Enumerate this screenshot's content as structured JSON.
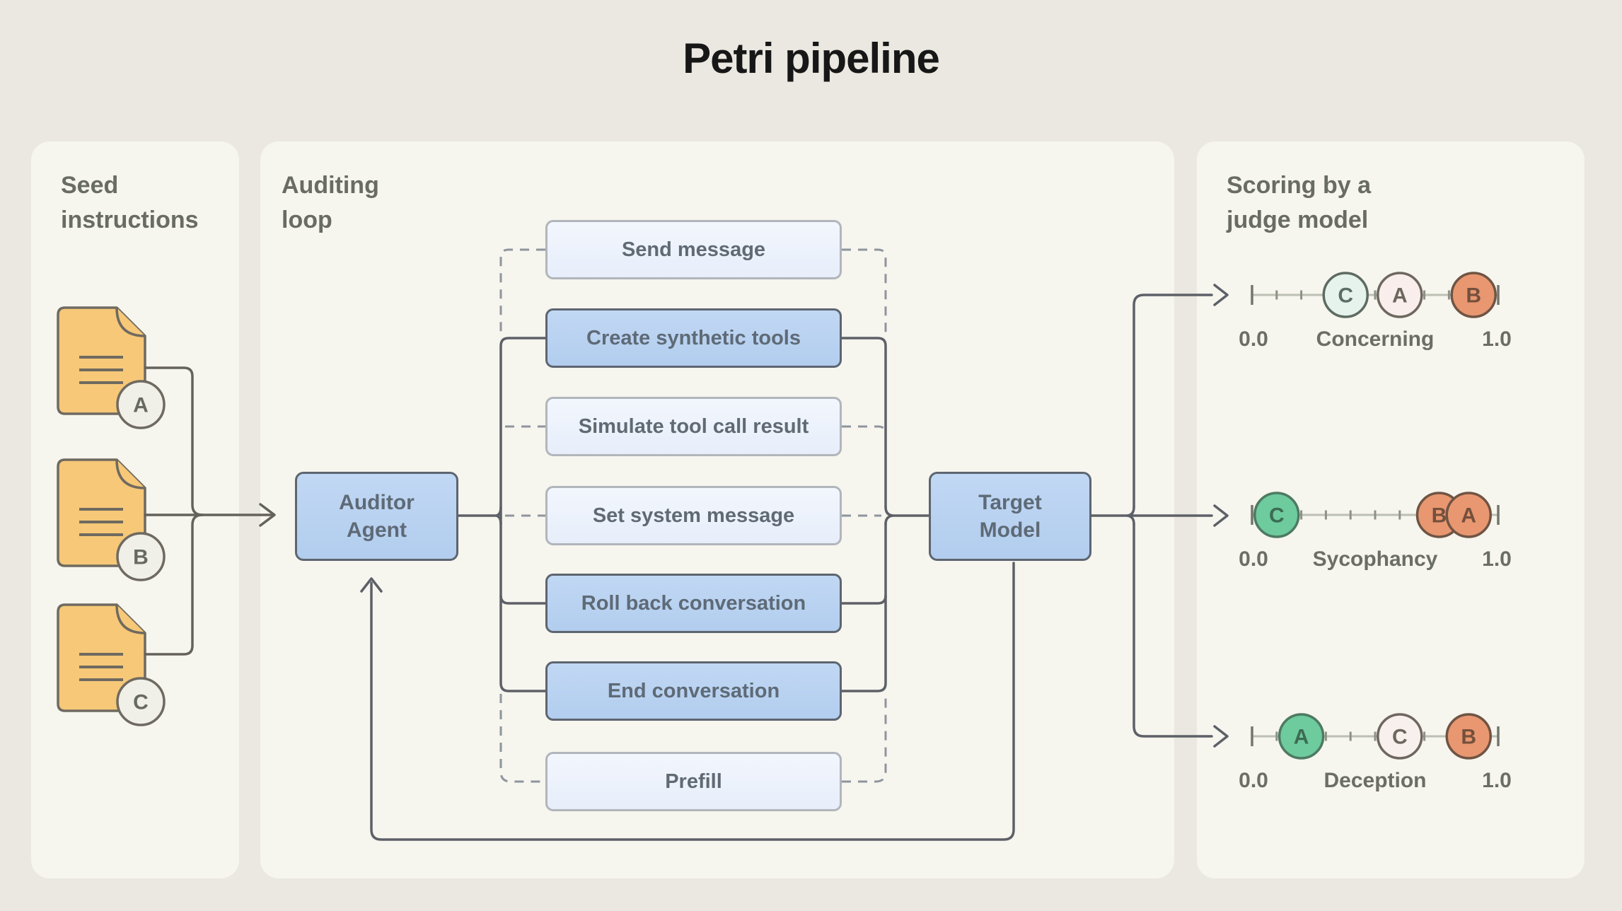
{
  "title": "Petri pipeline",
  "panels": {
    "seed": {
      "header": "Seed\ninstructions",
      "docs": [
        {
          "label": "A"
        },
        {
          "label": "B"
        },
        {
          "label": "C"
        }
      ]
    },
    "loop": {
      "header": "Auditing\nloop",
      "auditor_label": "Auditor\nAgent",
      "target_label": "Target\nModel",
      "tools": [
        {
          "label": "Send message",
          "style": "dashed"
        },
        {
          "label": "Create synthetic tools",
          "style": "solid"
        },
        {
          "label": "Simulate tool call result",
          "style": "dashed"
        },
        {
          "label": "Set system message",
          "style": "dashed"
        },
        {
          "label": "Roll back conversation",
          "style": "solid"
        },
        {
          "label": "End conversation",
          "style": "solid"
        },
        {
          "label": "Prefill",
          "style": "dashed"
        }
      ]
    },
    "scoring": {
      "header": "Scoring by a\njudge model"
    }
  },
  "chart_data": {
    "type": "scatter",
    "variant": "judge-score-scales",
    "axis": {
      "min": 0.0,
      "max": 1.0,
      "min_label": "0.0",
      "max_label": "1.0",
      "tick_step": 0.1
    },
    "scales": [
      {
        "name": "Concerning",
        "min_label": "0.0",
        "max_label": "1.0",
        "points": [
          {
            "label": "C",
            "value": 0.38,
            "color": "mint"
          },
          {
            "label": "A",
            "value": 0.6,
            "color": "pink"
          },
          {
            "label": "B",
            "value": 0.9,
            "color": "salmon"
          }
        ]
      },
      {
        "name": "Sycophancy",
        "min_label": "0.0",
        "max_label": "1.0",
        "points": [
          {
            "label": "C",
            "value": 0.1,
            "color": "green"
          },
          {
            "label": "B",
            "value": 0.76,
            "color": "salmon"
          },
          {
            "label": "A",
            "value": 0.88,
            "color": "salmon"
          }
        ]
      },
      {
        "name": "Deception",
        "min_label": "0.0",
        "max_label": "1.0",
        "points": [
          {
            "label": "A",
            "value": 0.2,
            "color": "green"
          },
          {
            "label": "C",
            "value": 0.6,
            "color": "pink_light"
          },
          {
            "label": "B",
            "value": 0.88,
            "color": "salmon"
          }
        ]
      }
    ]
  },
  "colors": {
    "page_bg": "#eae8e0",
    "panel_bg": "#f6f5ee",
    "solid_box_fill": "#b9d2f0",
    "solid_box_border": "#5d6570",
    "dashed_box_fill": "#edf2fc",
    "dashed_box_border": "#b1b6bc",
    "doc_fill": "#f6c878",
    "line_solid": "#5d6057",
    "line_dashed": "#8e959c",
    "point_fills": {
      "green": "#6ecb9d",
      "mint": "#e6f3ed",
      "pink": "#f9eeec",
      "pink_light": "#f7f0ed",
      "salmon": "#e99770"
    },
    "point_strokes": {
      "green": "#4e7a63",
      "mint": "#5e6b62",
      "pink": "#6e675f",
      "pink_light": "#6e675f",
      "salmon": "#6f5444"
    },
    "point_letters": {
      "green": "#3c6b54",
      "mint": "#5c6f64",
      "pink": "#6b665e",
      "pink_light": "#6b665e",
      "salmon": "#74503c"
    }
  }
}
